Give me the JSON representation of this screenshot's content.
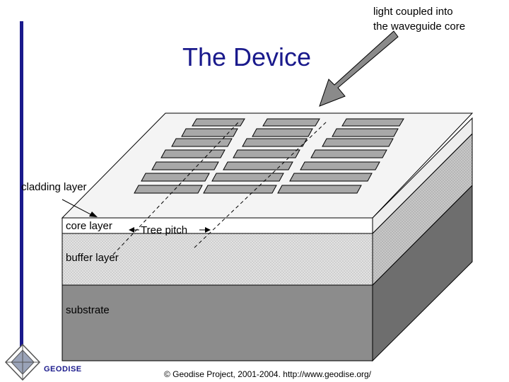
{
  "title": "The Device",
  "annotations": {
    "light_line1": "light coupled into",
    "light_line2": "the waveguide core",
    "cladding": "cladding layer",
    "core": "core layer",
    "tree_pitch": "Tree pitch",
    "buffer": "buffer layer",
    "substrate": "substrate"
  },
  "footer": "© Geodise Project, 2001-2004. http://www.geodise.org/",
  "logo": {
    "text": "GEODISE",
    "icon": "geodise-logo-icon"
  },
  "colors": {
    "title": "#1a1a8c",
    "substrate": "#8c8c8c",
    "buffer": "#d6d6d6",
    "top": "#f4f4f4",
    "electrode": "#a8a8a8"
  }
}
